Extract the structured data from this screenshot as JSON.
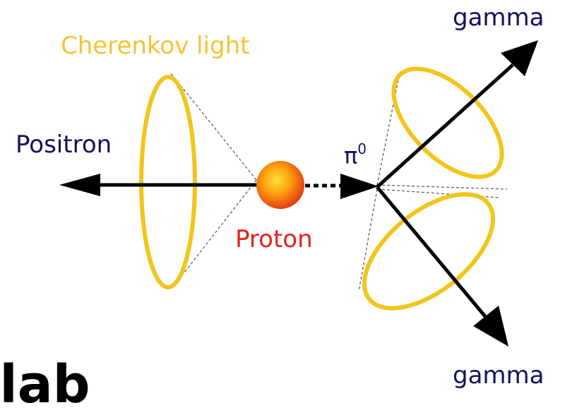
{
  "labels": {
    "cherenkov": "Cherenkov light",
    "positron": "Positron",
    "proton": "Proton",
    "pion_base": "π",
    "pion_sup": "0",
    "gamma_top": "gamma",
    "gamma_bottom": "gamma",
    "logo_fragment": "ilab"
  },
  "colors": {
    "cherenkov_ring": "#f2c51c",
    "cherenkov_text": "#f6c334",
    "particle_text": "#12125e",
    "proton_text": "#e8201c",
    "proton_center": "#ffd21a",
    "proton_edge": "#e23a10",
    "track": "#000000",
    "cone": "#444444"
  }
}
